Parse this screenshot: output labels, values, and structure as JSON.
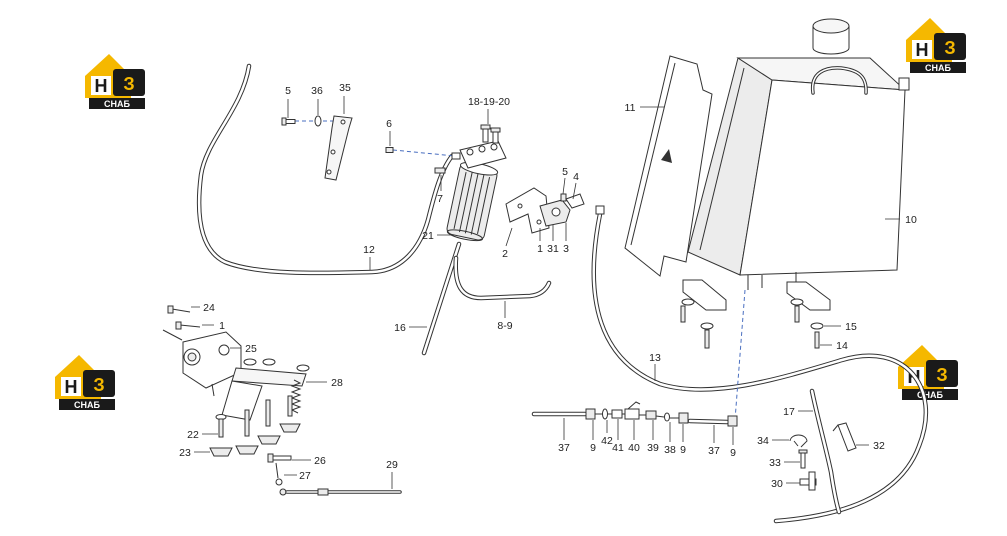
{
  "logo": {
    "mark_letters": [
      "Н",
      "З"
    ],
    "caption": "СНАБ"
  },
  "callouts": [
    "5",
    "36",
    "35",
    "6",
    "18-19-20",
    "7",
    "21",
    "12",
    "2",
    "1",
    "31",
    "3",
    "5",
    "4",
    "11",
    "10",
    "16",
    "8-9",
    "13",
    "15",
    "14",
    "24",
    "1",
    "25",
    "28",
    "22",
    "23",
    "26",
    "27",
    "29",
    "37",
    "9",
    "42",
    "41",
    "40",
    "39",
    "38",
    "9",
    "37",
    "9",
    "17",
    "34",
    "33",
    "32",
    "30"
  ],
  "colors": {
    "line": "#333333",
    "logo_yellow": "#f5b800",
    "logo_black": "#1a1a1a",
    "dashed_link": "#4a6fc0"
  }
}
